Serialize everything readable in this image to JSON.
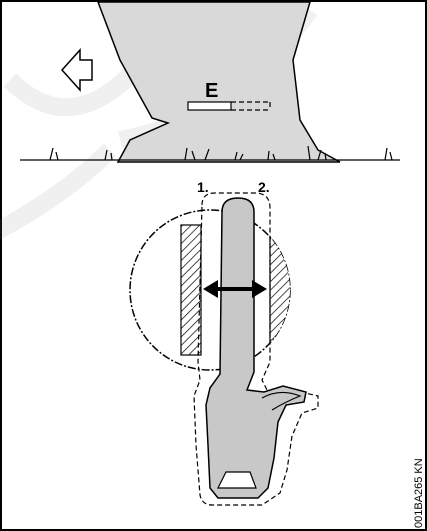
{
  "labels": {
    "e_label": "E",
    "position_1": "1.",
    "position_2": "2.",
    "figure_code": "001BA265 KN"
  },
  "icons": {
    "direction_arrow": "hollow-left-arrow-icon",
    "move_arrow": "double-headed-arrow-icon"
  },
  "colors": {
    "tree_fill": "#d9d9d9",
    "saw_fill": "#c8c8c8",
    "hatch": "#000000"
  }
}
